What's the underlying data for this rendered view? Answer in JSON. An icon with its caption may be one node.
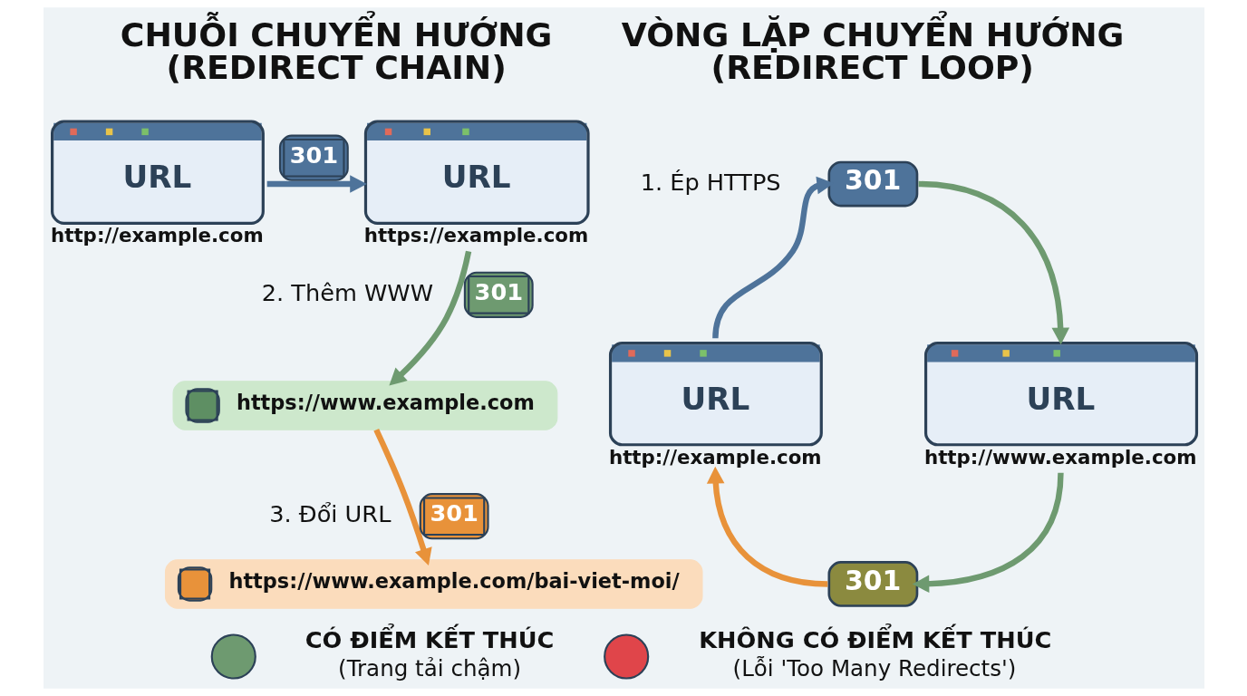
{
  "diagram": {
    "nodes": [
      {
        "text": [
          "URL"
        ],
        "beside": [
          "http://example.com"
        ]
      },
      {
        "text": [
          "URL"
        ],
        "beside": [
          "https://example.com"
        ]
      },
      {
        "text": [
          "https://www.example.com"
        ]
      },
      {
        "text": [
          "https://www.example.com/bai-viet-moi/"
        ]
      },
      {
        "text": [
          "URL"
        ],
        "beside": [
          "http://example.com"
        ]
      },
      {
        "text": [
          "301"
        ]
      },
      {
        "text": [
          "URL"
        ],
        "beside": [
          "http://www.example.com"
        ]
      },
      {
        "text": [
          "301"
        ]
      },
      {
        "text": [],
        "shape": "circle"
      },
      {
        "text": [],
        "shape": "circle"
      }
    ],
    "edges": [
      {
        "from": 0,
        "to": 1,
        "arrow": "to",
        "label": "301",
        "color": "#4e739a"
      },
      {
        "from": 1,
        "to": 2,
        "arrow": "to",
        "label": "301"
      },
      {
        "from": 2,
        "to": 3,
        "arrow": "to",
        "label": "301",
        "color": "#e8923a"
      },
      {
        "from": 4,
        "to": 5,
        "arrow": "to",
        "color": "#4e739a"
      },
      {
        "from": 5,
        "to": 6,
        "arrow": "to"
      },
      {
        "from": 6,
        "to": 7,
        "arrow": "to"
      },
      {
        "from": 7,
        "to": 4,
        "arrow": "to",
        "color": "#e8923a"
      }
    ],
    "labels": [
      "CHUỖI CHUYỂN HƯỚNG (REDIRECT CHAIN)",
      "VÒNG LẶP CHUYỂN HƯỚNG (REDIRECT LOOP)",
      "1. Ép HTTPS",
      "2. Thêm WWW",
      "3. Đổi URL",
      "CÓ ĐIỂM KẾT THÚC",
      "(Trang tải chậm)",
      "KHÔNG CÓ ĐIỂM KẾT THÚC",
      "(Lỗi 'Too Many Redirects')"
    ]
  }
}
